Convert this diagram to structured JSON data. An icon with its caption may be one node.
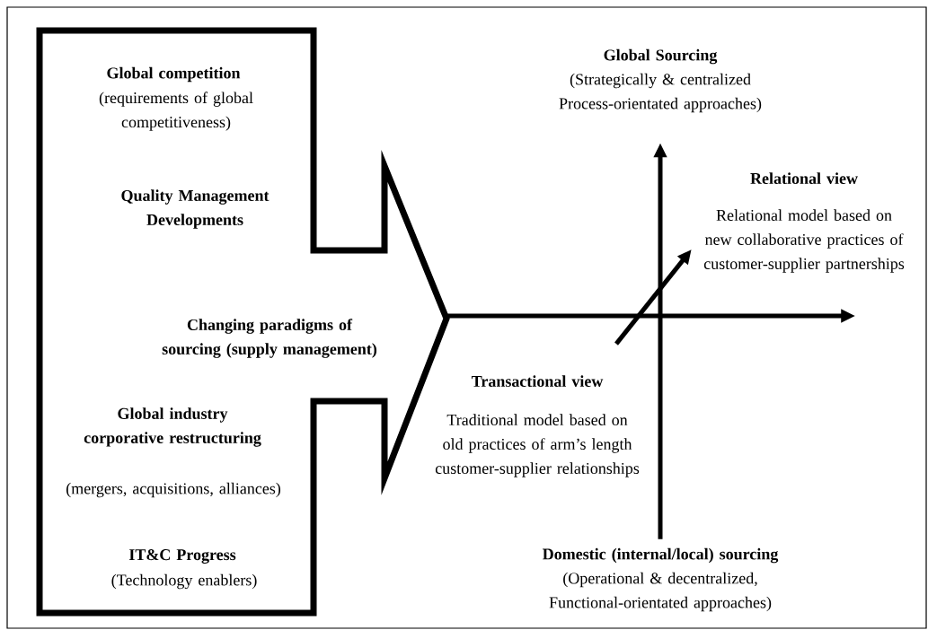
{
  "diagram": {
    "nodes": [
      {
        "text": [
          "Global competition",
          "(requirements of global competitiveness)",
          "Quality Management Developments",
          "Changing paradigms of sourcing (supply management)",
          "Global industry corporative restructuring",
          "(mergers, acquisitions, alliances)",
          "IT&C Progress",
          "(Technology enablers)"
        ]
      },
      {
        "text": [
          "Global Sourcing",
          "(Strategically & centralized Process-orientated approaches)"
        ]
      },
      {
        "text": [
          "Relational view",
          "Relational model based on new collaborative practices of customer-supplier partnerships"
        ]
      },
      {
        "text": [
          "Transactional view",
          "Traditional model based on old practices of arm’s length customer-supplier relationships"
        ]
      },
      {
        "text": [
          "Domestic (internal/local) sourcing",
          "(Operational & decentralized, Functional-orientated approaches)"
        ]
      }
    ],
    "edges": [
      {
        "from": 0,
        "to": null,
        "arrow": "to"
      },
      {
        "from": 4,
        "to": 1,
        "arrow": "to"
      },
      {
        "from": 3,
        "to": 2,
        "arrow": "to"
      }
    ]
  }
}
